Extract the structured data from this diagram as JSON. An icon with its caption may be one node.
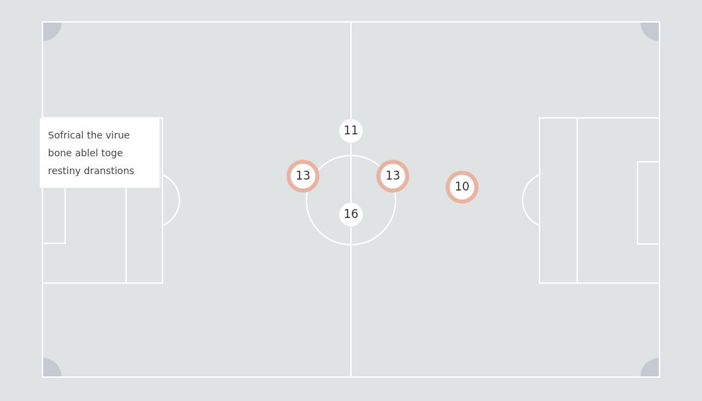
{
  "diagram": {
    "nodes": [
      {
        "text": [
          "Sofrical the virue bone ablel toge restiny dranstions"
        ]
      },
      {
        "text": [
          "11"
        ]
      },
      {
        "text": [
          "13"
        ]
      },
      {
        "text": [
          "13"
        ]
      },
      {
        "text": [
          "10"
        ]
      },
      {
        "text": [
          "16"
        ]
      }
    ]
  }
}
